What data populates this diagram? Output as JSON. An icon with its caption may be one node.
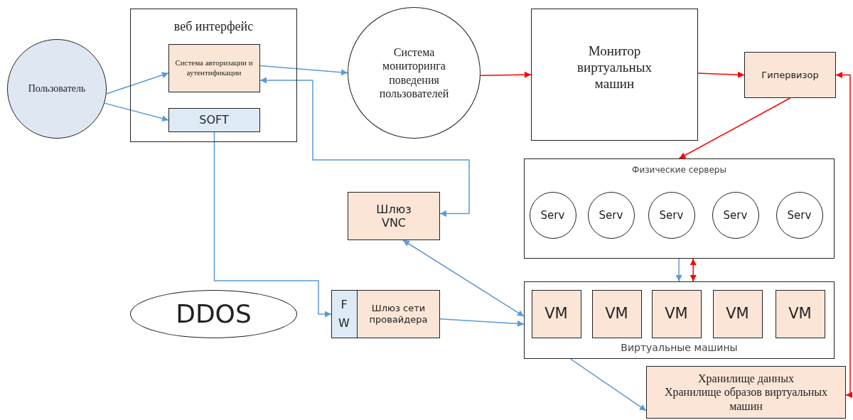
{
  "diagram": {
    "nodes": [
      {
        "text": [
          "Пользователь"
        ]
      },
      {
        "text": [
          "веб интерфейс"
        ]
      },
      {
        "text": [
          "Система авторизации и аутентификации"
        ],
        "in": 1
      },
      {
        "text": [
          "SOFT"
        ],
        "in": 1
      },
      {
        "text": [
          "Система мониторинга поведения пользователей"
        ]
      },
      {
        "text": [
          "Монитор виртуальных машин"
        ]
      },
      {
        "text": [
          "Гипервизор"
        ]
      },
      {
        "text": [
          "Физические серверы"
        ]
      },
      {
        "text": [
          "Serv"
        ],
        "in": 7
      },
      {
        "text": [
          "Serv"
        ],
        "in": 7
      },
      {
        "text": [
          "Serv"
        ],
        "in": 7
      },
      {
        "text": [
          "Serv"
        ],
        "in": 7
      },
      {
        "text": [
          "Serv"
        ],
        "in": 7
      },
      {
        "text": [
          "Шлюз VNC"
        ]
      },
      {
        "text": [
          "DDOS"
        ]
      },
      {
        "text": [
          "Шлюз сети провайдера"
        ]
      },
      {
        "text": [
          "FW"
        ],
        "in": 15
      },
      {
        "text": [
          "Виртуальные машины"
        ]
      },
      {
        "text": [
          "VM"
        ],
        "in": 17
      },
      {
        "text": [
          "VM"
        ],
        "in": 17
      },
      {
        "text": [
          "VM"
        ],
        "in": 17
      },
      {
        "text": [
          "VM"
        ],
        "in": 17
      },
      {
        "text": [
          "VM"
        ],
        "in": 17
      },
      {
        "text": [
          "Хранилище данных",
          "Хранилище образов виртуальных машин"
        ]
      }
    ],
    "edges": [
      {
        "from": 0,
        "to": 2,
        "arrow": "to"
      },
      {
        "from": 0,
        "to": 3,
        "arrow": "to"
      },
      {
        "from": 2,
        "to": 4,
        "arrow": "to"
      },
      {
        "from": 2,
        "to": 13,
        "arrow": "both"
      },
      {
        "from": 3,
        "to": 16,
        "arrow": "to"
      },
      {
        "from": 4,
        "to": 5,
        "arrow": "to",
        "color": "#ff0000"
      },
      {
        "from": 5,
        "to": 6,
        "arrow": "to",
        "color": "#ff0000"
      },
      {
        "from": 6,
        "to": 7,
        "arrow": "to",
        "color": "#ff0000"
      },
      {
        "from": 7,
        "to": 17,
        "arrow": "to"
      },
      {
        "from": 7,
        "to": 17,
        "arrow": "both",
        "color": "#ff0000"
      },
      {
        "from": 13,
        "to": 17,
        "arrow": "both"
      },
      {
        "from": 15,
        "to": 17,
        "arrow": "to"
      },
      {
        "from": 17,
        "to": 23,
        "arrow": "to"
      },
      {
        "from": 6,
        "to": 23,
        "arrow": "both",
        "color": "#ff0000"
      }
    ]
  }
}
